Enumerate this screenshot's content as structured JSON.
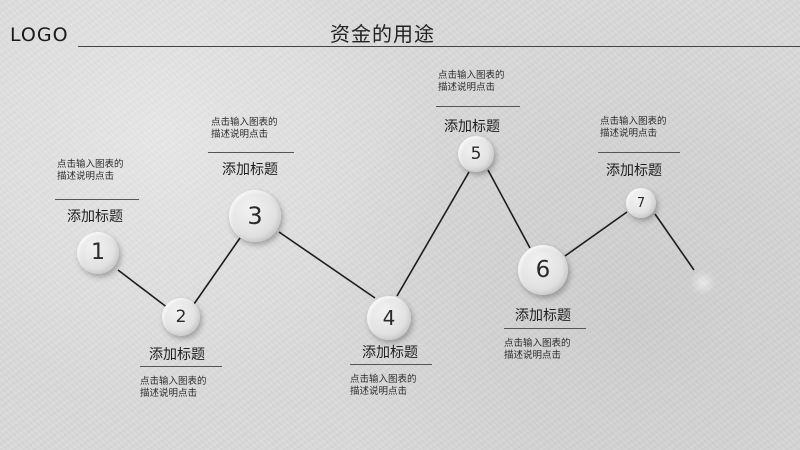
{
  "header": {
    "logo": "LOGO",
    "title": "资金的用途"
  },
  "nodes": [
    {
      "number": "1",
      "label": "添加标题",
      "description": "点击输入图表的\n描述说明点击"
    },
    {
      "number": "2",
      "label": "添加标题",
      "description": "点击输入图表的\n描述说明点击"
    },
    {
      "number": "3",
      "label": "添加标题",
      "description": "点击输入图表的\n描述说明点击"
    },
    {
      "number": "4",
      "label": "添加标题",
      "description": "点击输入图表的\n描述说明点击"
    },
    {
      "number": "5",
      "label": "添加标题",
      "description": "点击输入图表的\n描述说明点击"
    },
    {
      "number": "6",
      "label": "添加标题",
      "description": "点击输入图表的\n描述说明点击"
    },
    {
      "number": "7",
      "label": "添加标题",
      "description": "点击输入图表的\n描述说明点击"
    }
  ]
}
